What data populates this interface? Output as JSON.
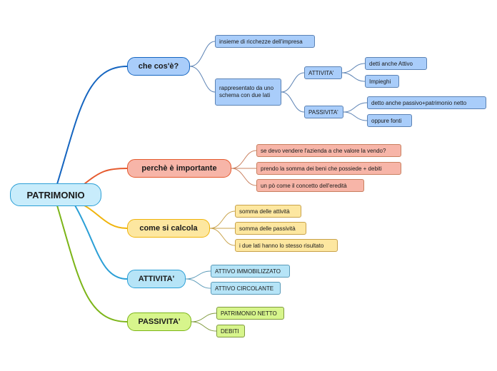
{
  "root": "PATRIMONIO",
  "branches": [
    {
      "label": "che cos'è?",
      "color": "#1565c0",
      "children": [
        "insieme di ricchezze dell'impresa",
        "rappresentato da uno schema con due lati"
      ],
      "sub": {
        "attivita": "ATTIVITA'",
        "attivita_children": [
          "detti anche Attivo",
          "Impieghi"
        ],
        "passivita": "PASSIVITA'",
        "passivita_children": [
          "detto anche passivo+patrimonio netto",
          "oppure fonti"
        ]
      }
    },
    {
      "label": "perchè è importante",
      "color": "#e55a2e",
      "children": [
        "se devo vendere l'azienda a che valore la vendo?",
        "prendo la somma dei beni che possiede + debiti",
        "un pò come il concetto dell'eredità"
      ]
    },
    {
      "label": "come si calcola",
      "color": "#f0b40c",
      "children": [
        "somma delle attività",
        "somma delle passività",
        "i due lati hanno lo stesso risultato"
      ]
    },
    {
      "label": "ATTIVITA'",
      "color": "#2b9fd6",
      "children": [
        "ATTIVO IMMOBILIZZATO",
        "ATTIVO CIRCOLANTE"
      ]
    },
    {
      "label": "PASSIVITA'",
      "color": "#7cb518",
      "children": [
        "PATRIMONIO NETTO",
        "DEBITI"
      ]
    }
  ]
}
